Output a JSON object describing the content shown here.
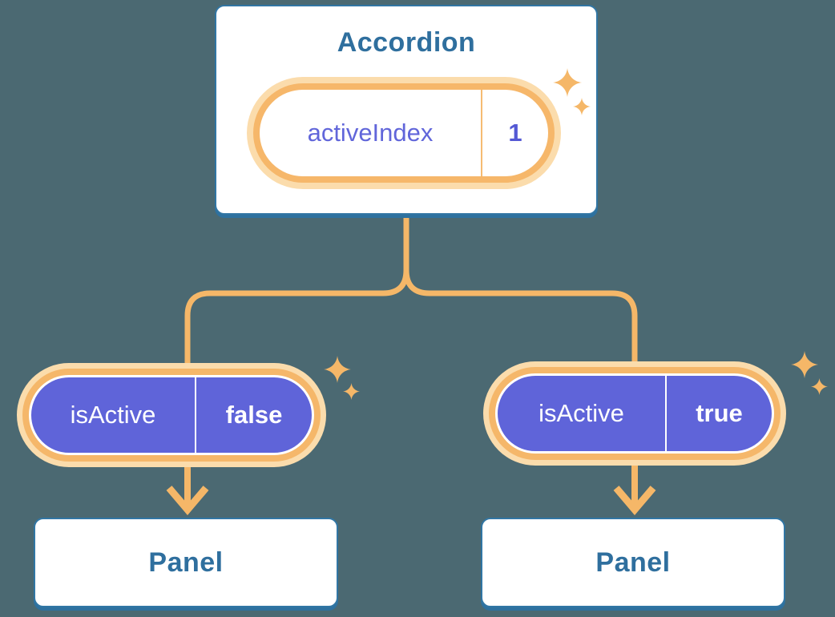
{
  "diagram": {
    "description": "Accordion component state diagram: parent Accordion holds state activeIndex=1 and passes isActive props to two Panel children",
    "colors": {
      "background": "#4B6972",
      "card_border_blue": "#3176A4",
      "card_shadow_blue": "#2E719F",
      "title_blue": "#2F6F9E",
      "orange_line": "#F5B768",
      "orange_ring": "#F6B76A",
      "orange_glow": "#FBDCAC",
      "purple_fill": "#5F64D9",
      "purple_text": "#6166DA",
      "white": "#ffffff"
    },
    "accordion": {
      "title": "Accordion",
      "state_pill": {
        "name": "activeIndex",
        "value": "1"
      }
    },
    "children": [
      {
        "prop_pill": {
          "name": "isActive",
          "value": "false"
        },
        "panel": {
          "title": "Panel"
        }
      },
      {
        "prop_pill": {
          "name": "isActive",
          "value": "true"
        },
        "panel": {
          "title": "Panel"
        }
      }
    ],
    "icons": {
      "sparkle": "sparkle-icon"
    }
  }
}
